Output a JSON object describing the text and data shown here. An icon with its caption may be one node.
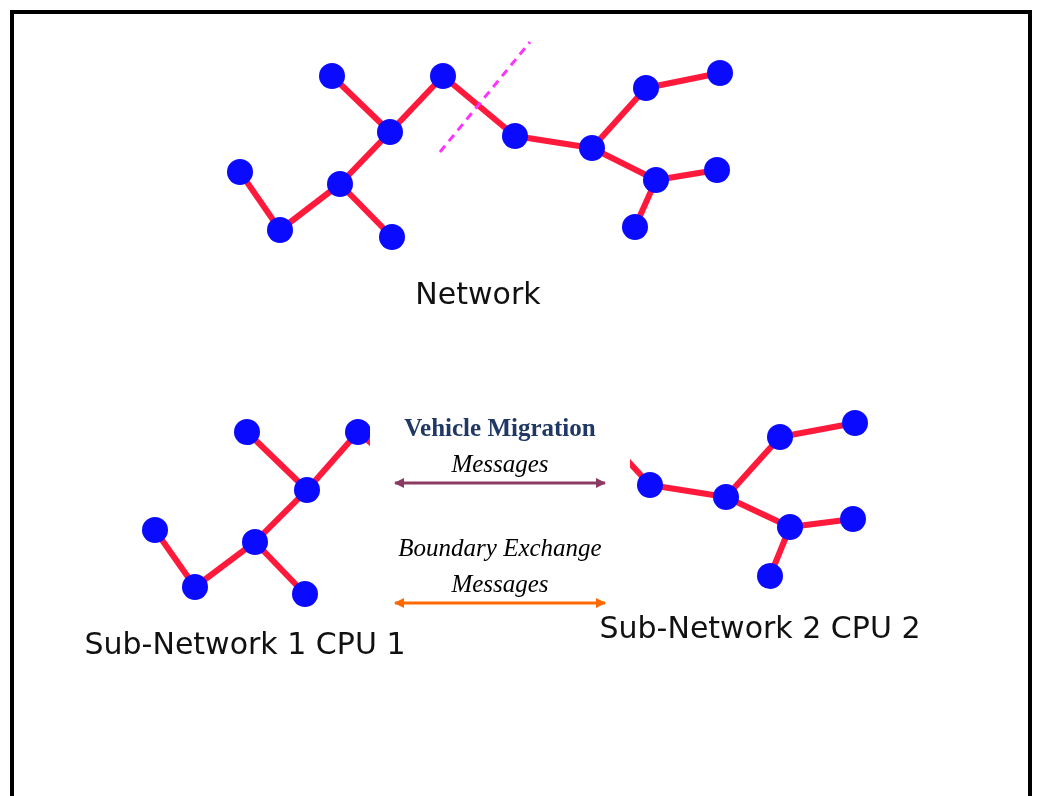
{
  "diagram": {
    "nodes": [
      {
        "text": [],
        "shape": "picture",
        "beside": [
          "Network"
        ]
      },
      {
        "text": [],
        "shape": "picture",
        "beside": [
          "Sub-Network 1 CPU 1"
        ]
      },
      {
        "text": [],
        "shape": "picture",
        "beside": [
          "Sub-Network 2 CPU 2"
        ]
      }
    ],
    "edges": [
      {
        "from": 1,
        "to": 2,
        "arrow": "both",
        "label": "**Vehicle Migration** *Messages*",
        "color": "#8b3a62"
      },
      {
        "from": 1,
        "to": 2,
        "arrow": "both",
        "label": "Boundary Exchange Messages",
        "color": "#ff6a00"
      }
    ]
  }
}
